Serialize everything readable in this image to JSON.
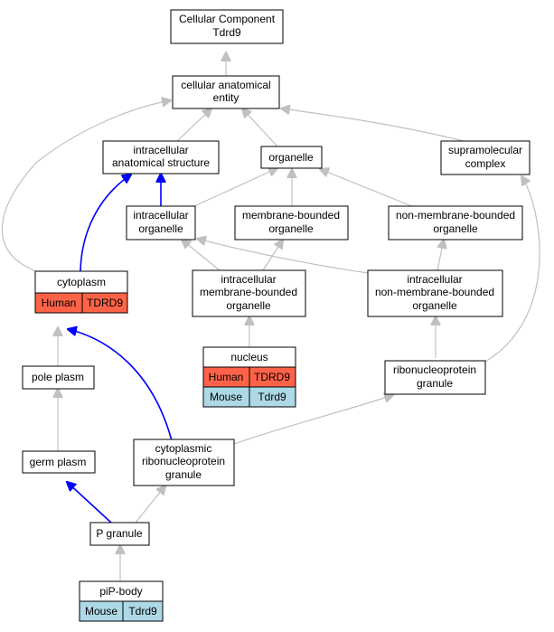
{
  "nodes": {
    "root": [
      "Cellular Component",
      "Tdrd9"
    ],
    "cae": [
      "cellular anatomical",
      "entity"
    ],
    "ias": [
      "intracellular",
      "anatomical structure"
    ],
    "organelle": [
      "organelle"
    ],
    "supra": [
      "supramolecular",
      "complex"
    ],
    "io": [
      "intracellular",
      "organelle"
    ],
    "mbo": [
      "membrane-bounded",
      "organelle"
    ],
    "nmbo": [
      "non-membrane-bounded",
      "organelle"
    ],
    "cytoplasm": [
      "cytoplasm"
    ],
    "imbo": [
      "intracellular",
      "membrane-bounded",
      "organelle"
    ],
    "inmbo": [
      "intracellular",
      "non-membrane-bounded",
      "organelle"
    ],
    "nucleus": [
      "nucleus"
    ],
    "polePlasm": [
      "pole plasm"
    ],
    "rnpg": [
      "ribonucleoprotein",
      "granule"
    ],
    "germPlasm": [
      "germ plasm"
    ],
    "crnpg": [
      "cytoplasmic",
      "ribonucleoprotein",
      "granule"
    ],
    "pGranule": [
      "P granule"
    ],
    "pipBody": [
      "piP-body"
    ]
  },
  "annotations": {
    "cytoplasm": [
      [
        "Human",
        "TDRD9"
      ]
    ],
    "nucleus": [
      [
        "Human",
        "TDRD9"
      ],
      [
        "Mouse",
        "Tdrd9"
      ]
    ],
    "pipBody": [
      [
        "Mouse",
        "Tdrd9"
      ]
    ]
  },
  "colors": {
    "human": "#ff6347",
    "mouse": "#add8e6",
    "edge_default": "#c0c0c0",
    "edge_highlight": "#0000ff"
  }
}
